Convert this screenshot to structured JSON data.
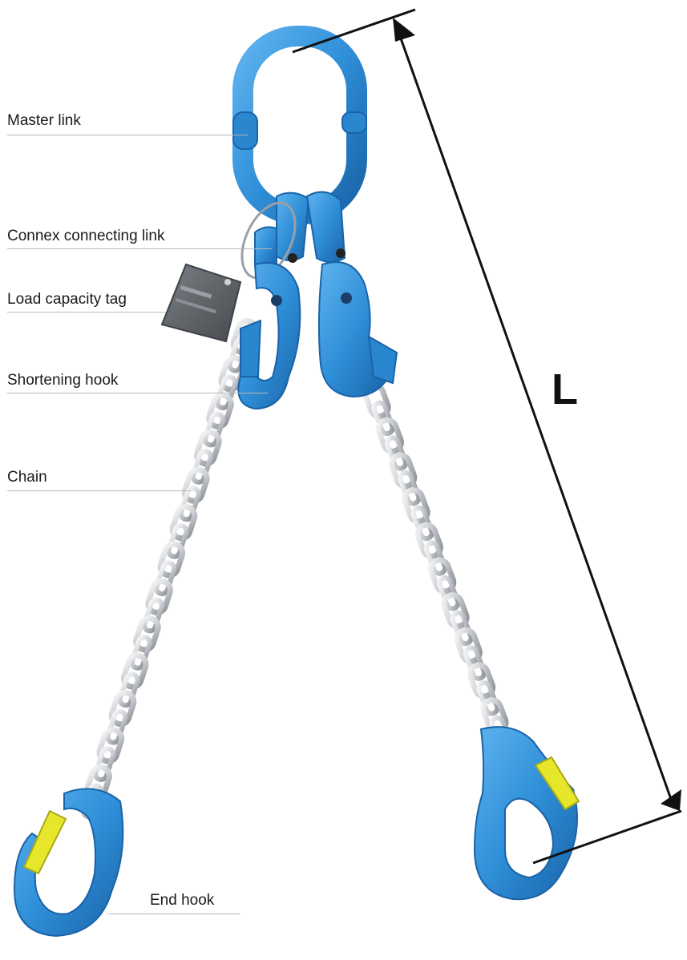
{
  "labels": {
    "master_link": "Master link",
    "connecting_link": "Connex connecting link",
    "load_tag": "Load capacity tag",
    "shortening_hook": "Shortening hook",
    "chain": "Chain",
    "end_hook": "End hook"
  },
  "dimension": {
    "letter": "L"
  },
  "colors": {
    "component_blue": "#2f8fd8",
    "component_blue_dark": "#1a63a8",
    "chain_silver": "#c9ccd0",
    "latch_yellow": "#e6e62a",
    "tag_grey": "#5e6266"
  }
}
